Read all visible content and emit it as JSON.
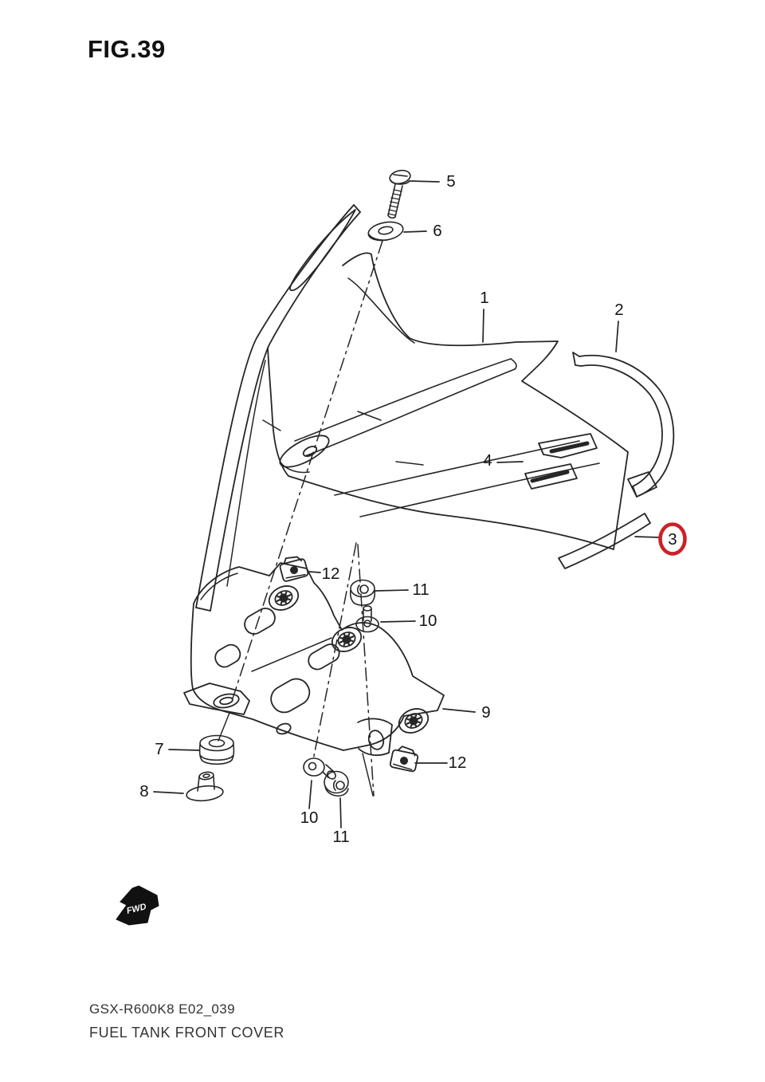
{
  "figure": {
    "number": "FIG.39"
  },
  "footer": {
    "model_code": "GSX-R600K8 E02_039",
    "figure_title": "FUEL TANK FRONT COVER"
  },
  "direction_marker": {
    "label": "FWD"
  },
  "colors": {
    "line": "#262626",
    "highlight_red": "#cb2128",
    "background": "#ffffff"
  },
  "callouts": {
    "1": {
      "label": "1",
      "highlighted": false
    },
    "2": {
      "label": "2",
      "highlighted": false
    },
    "3": {
      "label": "3",
      "highlighted": true
    },
    "4": {
      "label": "4",
      "highlighted": false
    },
    "5": {
      "label": "5",
      "highlighted": false
    },
    "6": {
      "label": "6",
      "highlighted": false
    },
    "7": {
      "label": "7",
      "highlighted": false
    },
    "8": {
      "label": "8",
      "highlighted": false
    },
    "9": {
      "label": "9",
      "highlighted": false
    },
    "10a": {
      "label": "10",
      "highlighted": false
    },
    "10b": {
      "label": "10",
      "highlighted": false
    },
    "11a": {
      "label": "11",
      "highlighted": false
    },
    "11b": {
      "label": "11",
      "highlighted": false
    },
    "12a": {
      "label": "12",
      "highlighted": false
    },
    "12b": {
      "label": "12",
      "highlighted": false
    }
  }
}
